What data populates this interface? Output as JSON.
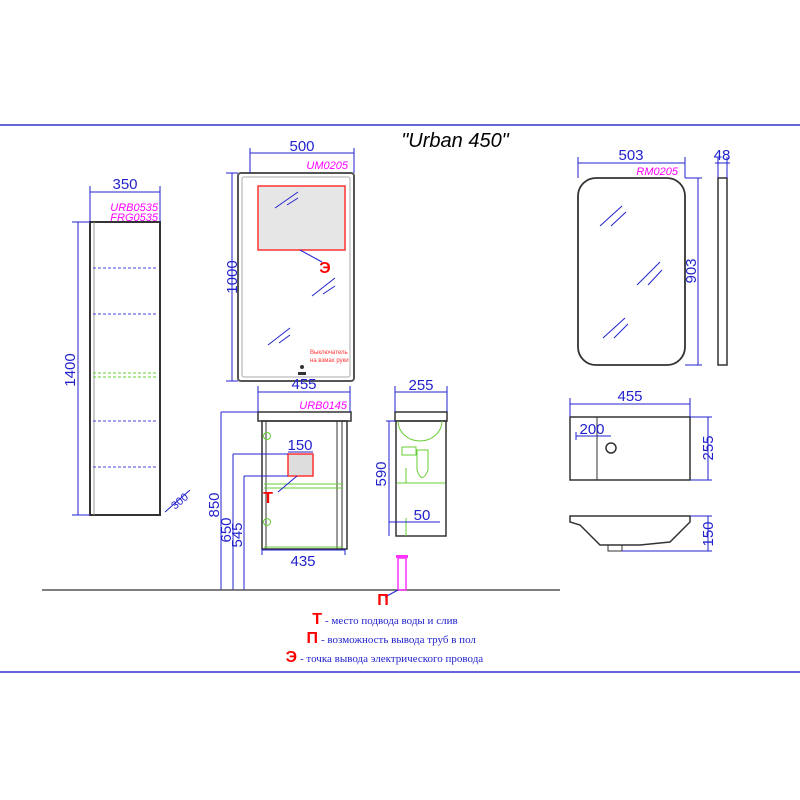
{
  "title": "\"Urban 450\"",
  "colors": {
    "dimension": "#2222cc",
    "code": "#ff00ff",
    "marker": "#ff0000",
    "frame": "#2222cc"
  },
  "pencil_case": {
    "width": "350",
    "codes": [
      "URB0535",
      "FRG0535"
    ],
    "height": "1400",
    "depth": "300"
  },
  "mirror_um": {
    "code": "UM0205",
    "width": "500",
    "height": "1000",
    "switch_note": [
      "Выключатель",
      "на взмах руки"
    ],
    "marker": "Э"
  },
  "vanity": {
    "code": "URB0145",
    "top_width": "455",
    "bottom_width": "435",
    "box_width": "150",
    "heights": [
      "850",
      "650",
      "545"
    ],
    "marker": "Т"
  },
  "side_view": {
    "depth": "255",
    "height": "590",
    "leg": "50"
  },
  "floor_marker": "П",
  "mirror_rm": {
    "code": "RM0205",
    "width": "503",
    "depth": "48",
    "height": "903"
  },
  "sink": {
    "width": "455",
    "depth": "255",
    "hole_offset": "200",
    "height": "150"
  },
  "legend": [
    {
      "mark": "Т",
      "text": "- место подвода воды и слив"
    },
    {
      "mark": "П",
      "text": "- возможность вывода труб в пол"
    },
    {
      "mark": "Э",
      "text": "-  точка вывода электрического провода"
    }
  ]
}
